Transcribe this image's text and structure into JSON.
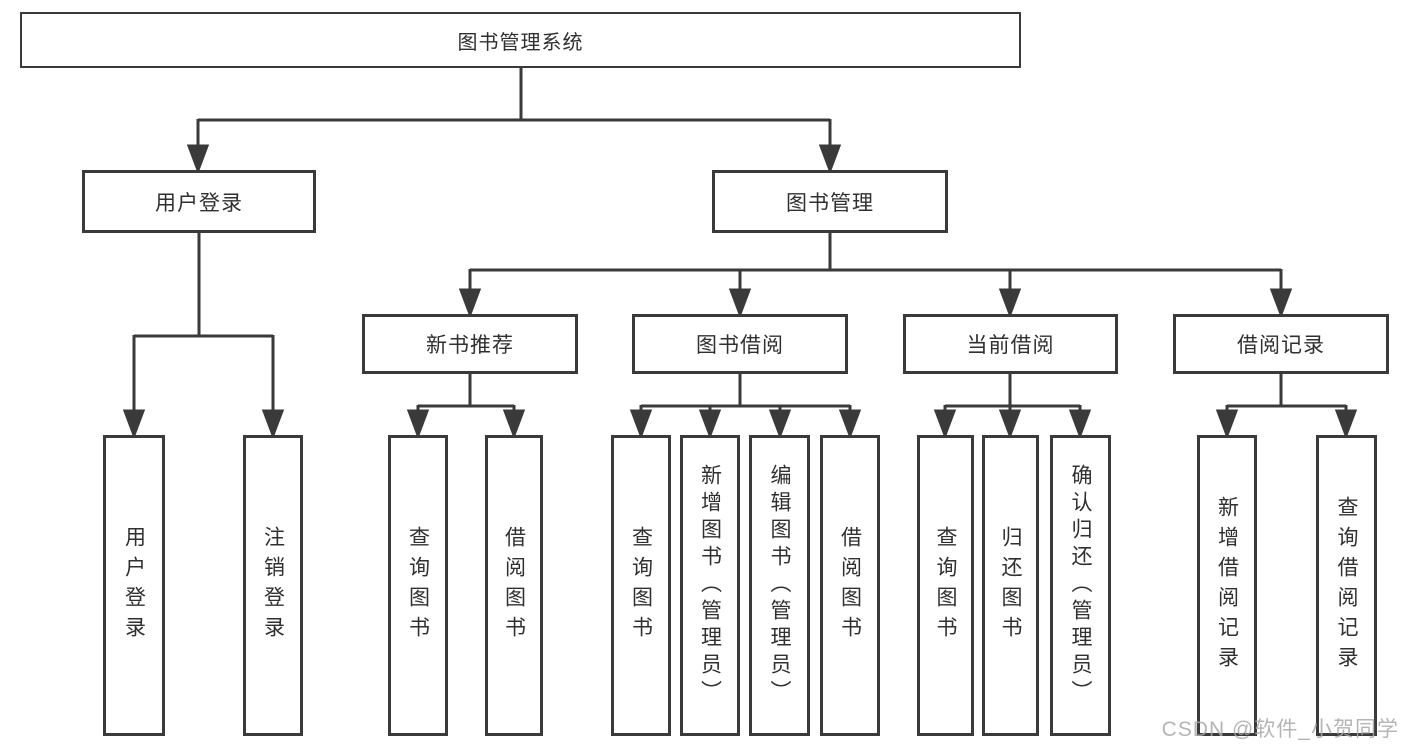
{
  "diagram": {
    "title": "图书管理系统",
    "level2": {
      "user_login": "用户登录",
      "book_management": "图书管理"
    },
    "level3": {
      "new_books": "新书推荐",
      "book_borrow": "图书借阅",
      "current_borrow": "当前借阅",
      "borrow_records": "借阅记录"
    },
    "leaves": {
      "user_login": "用户登录",
      "logout": "注销登录",
      "newbooks_query": "查询图书",
      "newbooks_borrow": "借阅图书",
      "borrow_query": "查询图书",
      "borrow_add": "新增图书（管理员）",
      "borrow_edit": "编辑图书（管理员）",
      "borrow_borrow": "借阅图书",
      "current_query": "查询图书",
      "current_return": "归还图书",
      "current_confirm": "确认归还（管理员）",
      "records_add": "新增借阅记录",
      "records_query": "查询借阅记录"
    },
    "watermark": "CSDN @软件_小贺同学",
    "colors": {
      "line": "#3a3a3a",
      "text": "#303030",
      "watermark": "#a8a8a8"
    }
  }
}
